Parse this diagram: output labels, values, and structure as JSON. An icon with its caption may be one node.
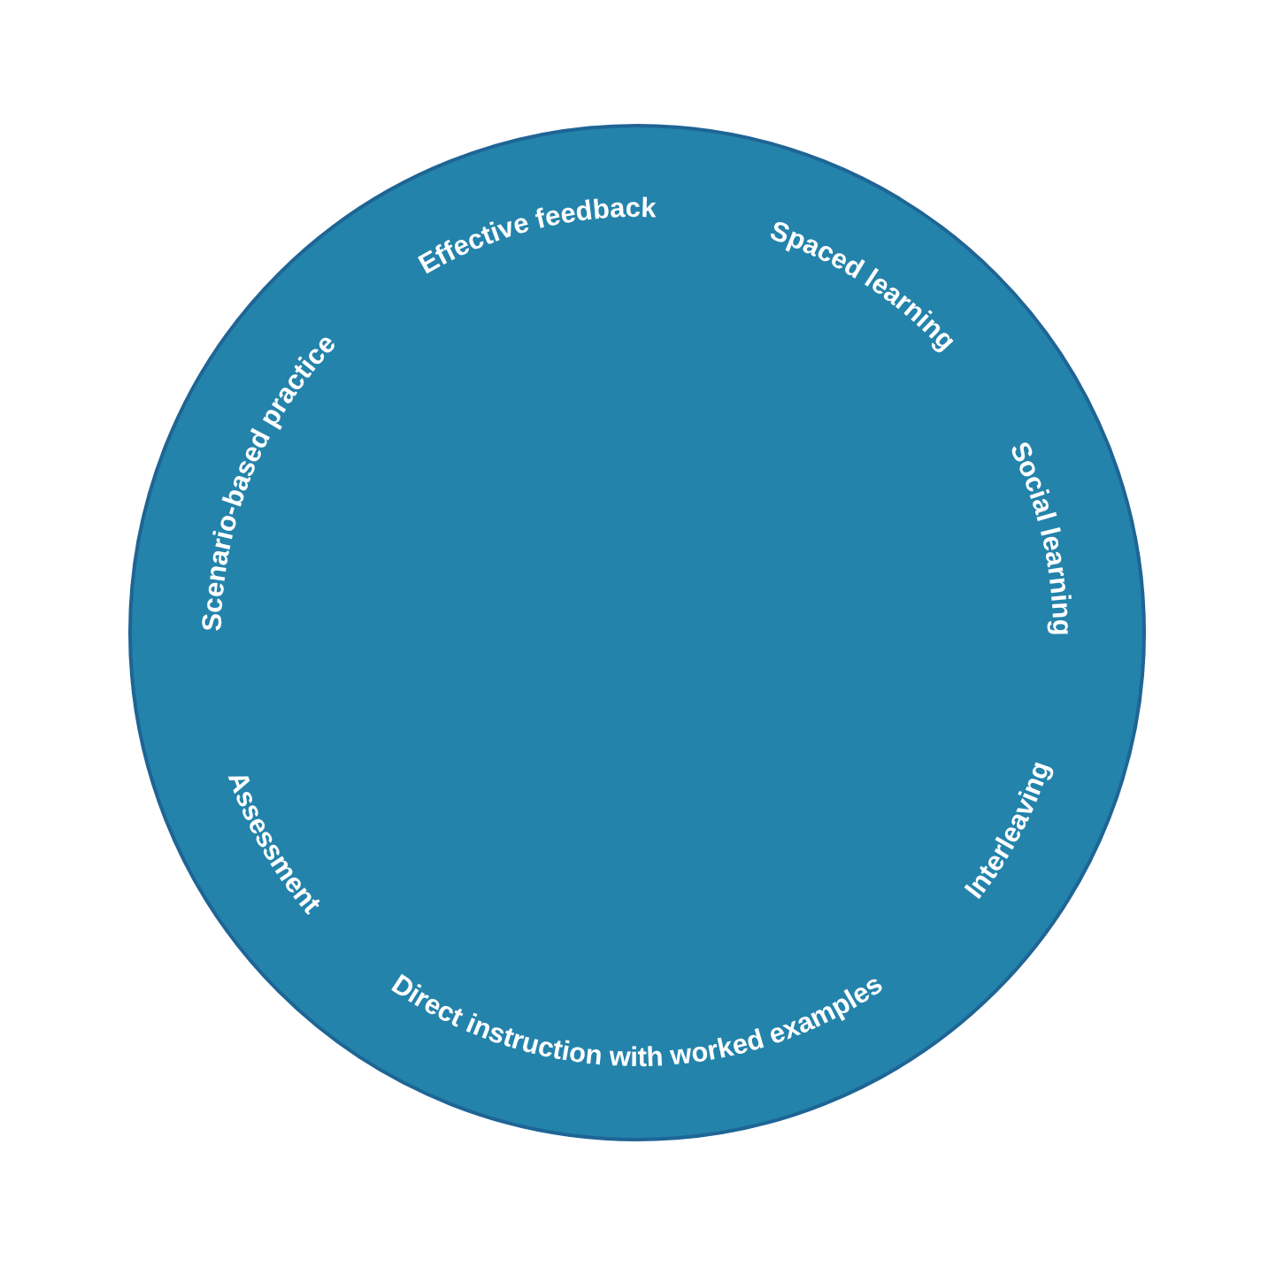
{
  "diagram": {
    "nodes": [
      {
        "text": [
          "Effective feedback",
          "Spaced learning",
          "Social learning",
          "Interleaving",
          "Direct instruction with worked examples",
          "Assessment",
          "Scenario-based practice"
        ]
      }
    ]
  }
}
